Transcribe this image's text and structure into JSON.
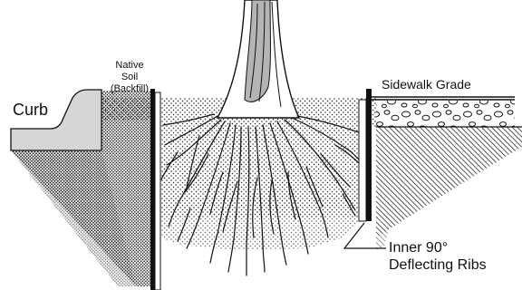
{
  "labels": {
    "curb": "Curb",
    "native_soil": [
      "Native",
      "Soil",
      "(Backfill)"
    ],
    "sidewalk_grade": "Sidewalk Grade",
    "deflecting_ribs": [
      "Inner 90°",
      "Deflecting Ribs"
    ]
  },
  "colors": {
    "ink": "#111111",
    "concrete": "#d6d6d6",
    "trunk_shade": "#b4b4b4",
    "background": "#ffffff"
  }
}
